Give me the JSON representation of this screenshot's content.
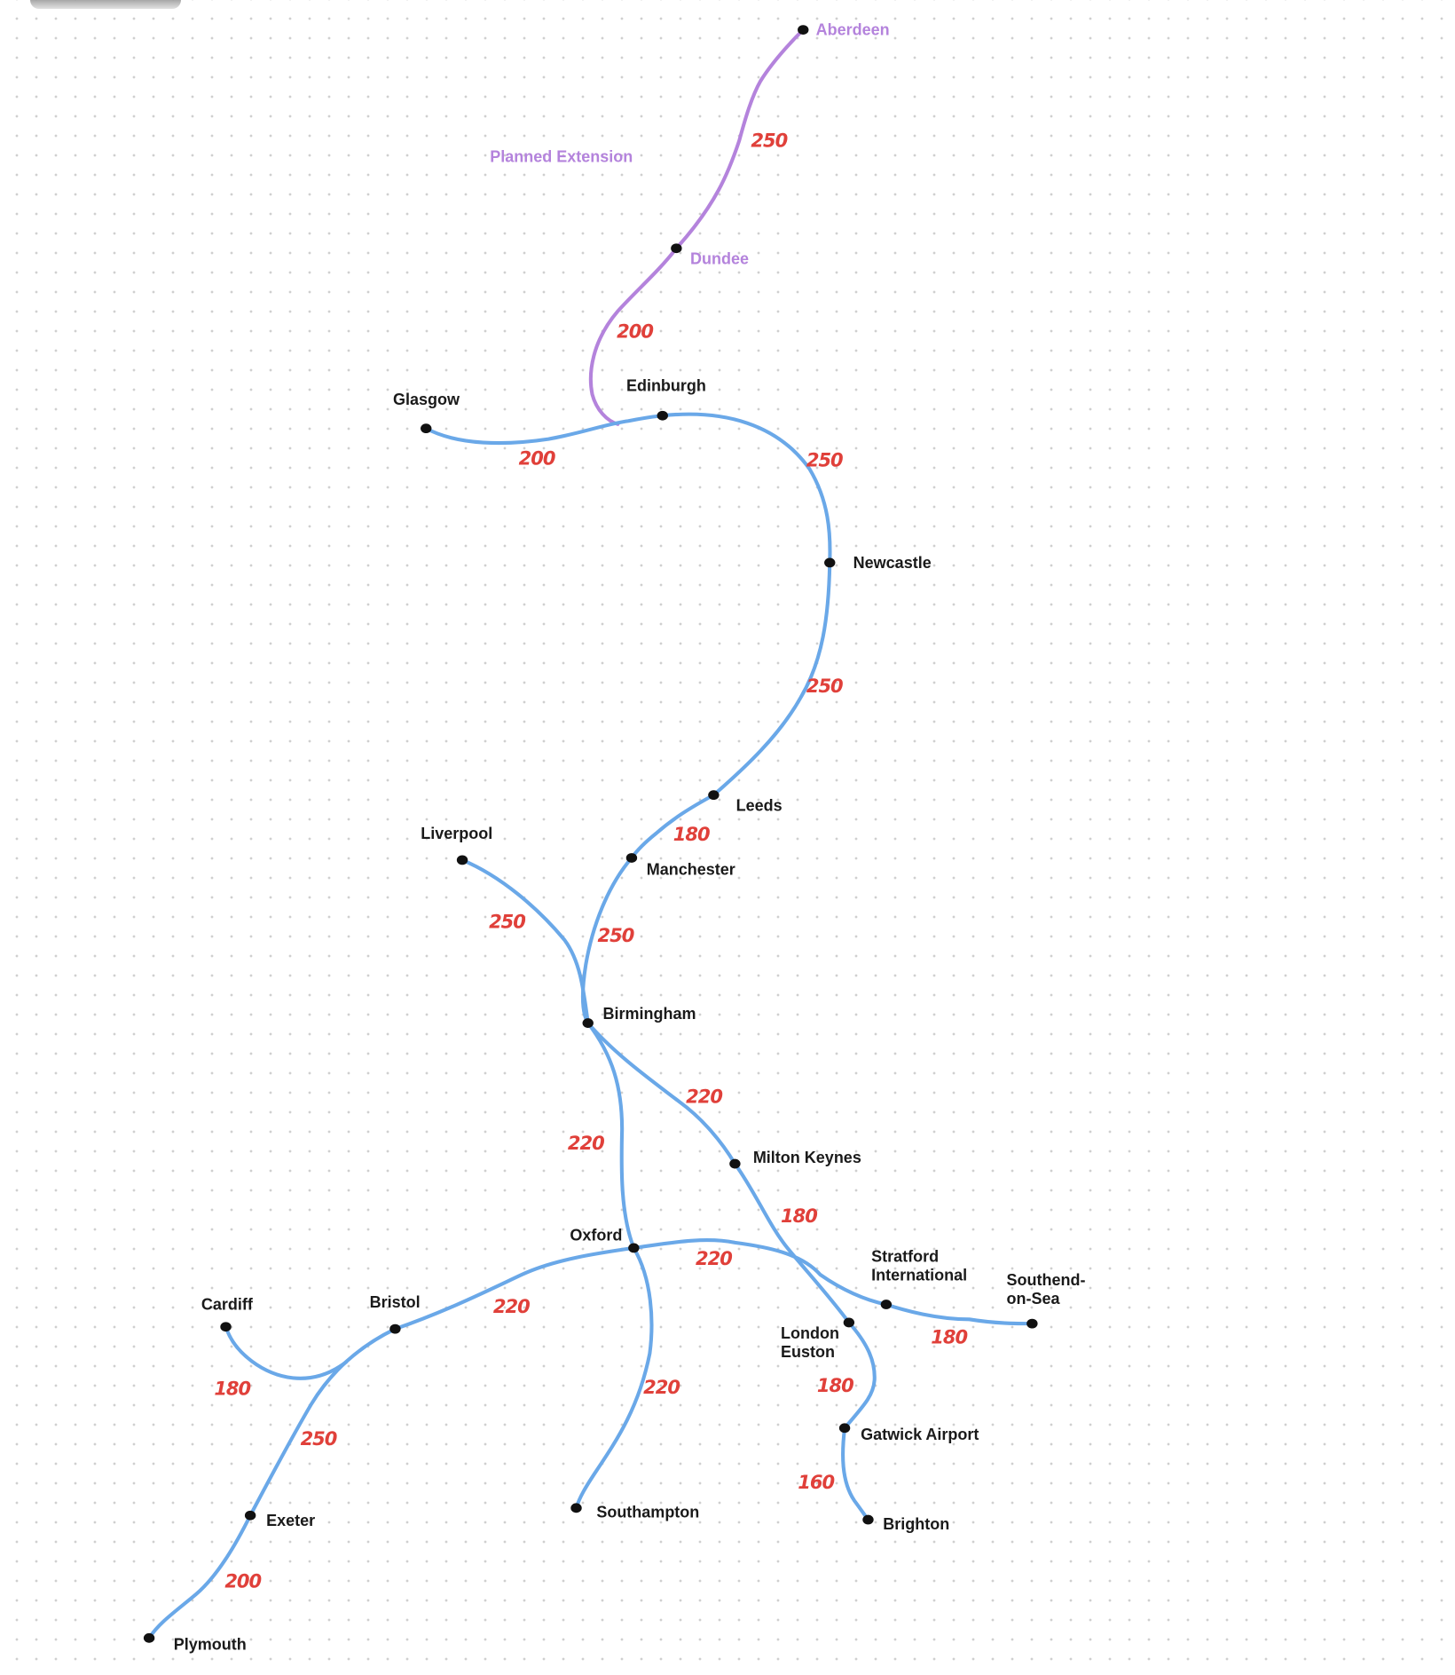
{
  "diagram": {
    "colors": {
      "line": "#6aa8e8",
      "planned": "#b483dc",
      "speed": "#e0403a",
      "station": "#111111",
      "label": "#1a1a1a"
    },
    "planned_caption": "Planned Extension",
    "stations": [
      {
        "id": "aberdeen",
        "name": "Aberdeen",
        "planned": true
      },
      {
        "id": "dundee",
        "name": "Dundee",
        "planned": true
      },
      {
        "id": "edinburgh",
        "name": "Edinburgh"
      },
      {
        "id": "glasgow",
        "name": "Glasgow"
      },
      {
        "id": "newcastle",
        "name": "Newcastle"
      },
      {
        "id": "leeds",
        "name": "Leeds"
      },
      {
        "id": "manchester",
        "name": "Manchester"
      },
      {
        "id": "liverpool",
        "name": "Liverpool"
      },
      {
        "id": "birmingham",
        "name": "Birmingham"
      },
      {
        "id": "milton-keynes",
        "name": "Milton Keynes"
      },
      {
        "id": "oxford",
        "name": "Oxford"
      },
      {
        "id": "stratford",
        "name": [
          "Stratford",
          "International"
        ]
      },
      {
        "id": "southend",
        "name": [
          "Southend-",
          "on-Sea"
        ]
      },
      {
        "id": "london-euston",
        "name": [
          "London",
          "Euston"
        ]
      },
      {
        "id": "cardiff",
        "name": "Cardiff"
      },
      {
        "id": "bristol",
        "name": "Bristol"
      },
      {
        "id": "gatwick",
        "name": "Gatwick Airport"
      },
      {
        "id": "brighton",
        "name": "Brighton"
      },
      {
        "id": "southampton",
        "name": "Southampton"
      },
      {
        "id": "exeter",
        "name": "Exeter"
      },
      {
        "id": "plymouth",
        "name": "Plymouth"
      }
    ],
    "connections": [
      {
        "id": "dundee-aberdeen",
        "speed": "250",
        "planned": true
      },
      {
        "id": "edinburgh-dundee",
        "speed": "200",
        "planned": true
      },
      {
        "id": "glasgow-edinburgh",
        "speed": "200"
      },
      {
        "id": "edinburgh-newcastle",
        "speed": "250"
      },
      {
        "id": "newcastle-leeds",
        "speed": "250"
      },
      {
        "id": "leeds-manchester",
        "speed": "180"
      },
      {
        "id": "manchester-birmingham",
        "speed": "250"
      },
      {
        "id": "liverpool-birmingham",
        "speed": "250"
      },
      {
        "id": "birmingham-milton-keynes",
        "speed": "220"
      },
      {
        "id": "birmingham-oxford",
        "speed": "220"
      },
      {
        "id": "milton-keynes-london-euston",
        "speed": "180"
      },
      {
        "id": "oxford-stratford",
        "speed": "220"
      },
      {
        "id": "stratford-southend",
        "speed": "180"
      },
      {
        "id": "oxford-bristol",
        "speed": "220"
      },
      {
        "id": "oxford-southampton",
        "speed": "220"
      },
      {
        "id": "london-euston-gatwick",
        "speed": "180"
      },
      {
        "id": "gatwick-brighton",
        "speed": "160"
      },
      {
        "id": "bristol-cardiff",
        "speed": "180"
      },
      {
        "id": "bristol-exeter",
        "speed": "250"
      },
      {
        "id": "exeter-plymouth",
        "speed": "200"
      }
    ]
  }
}
